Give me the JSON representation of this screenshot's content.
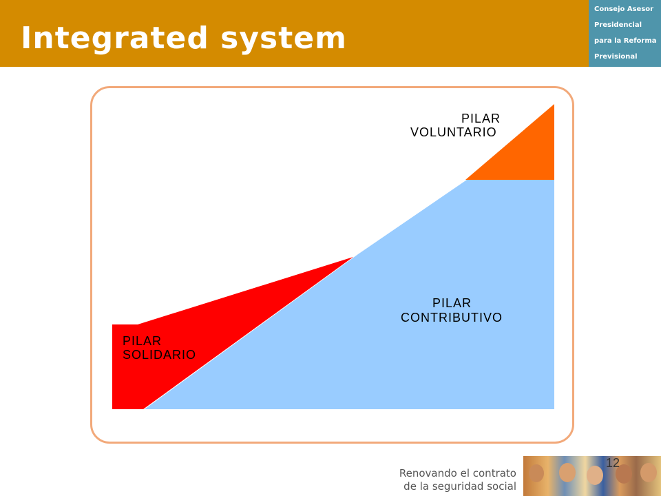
{
  "header": {
    "title": "Integrated system"
  },
  "org": {
    "lines": [
      "Consejo Asesor",
      "Presidencial",
      "para la Reforma",
      "Previsional"
    ]
  },
  "diagram": {
    "pillars": {
      "voluntario": {
        "line1": "PILAR",
        "line2": "VOLUNTARIO",
        "color": "#ff6600"
      },
      "contributivo": {
        "line1": "PILAR",
        "line2": "CONTRIBUTIVO",
        "color": "#99ccff"
      },
      "solidario": {
        "line1": "PILAR",
        "line2": "SOLIDARIO",
        "color": "#ff0000"
      }
    },
    "frame_color": "#f2a97a"
  },
  "footer": {
    "slogan_line1": "Renovando el contrato",
    "slogan_line2": "de la seguridad social",
    "page_number": "12"
  },
  "colors": {
    "header_bar": "#d48b00",
    "org_box": "#4f95ab"
  }
}
